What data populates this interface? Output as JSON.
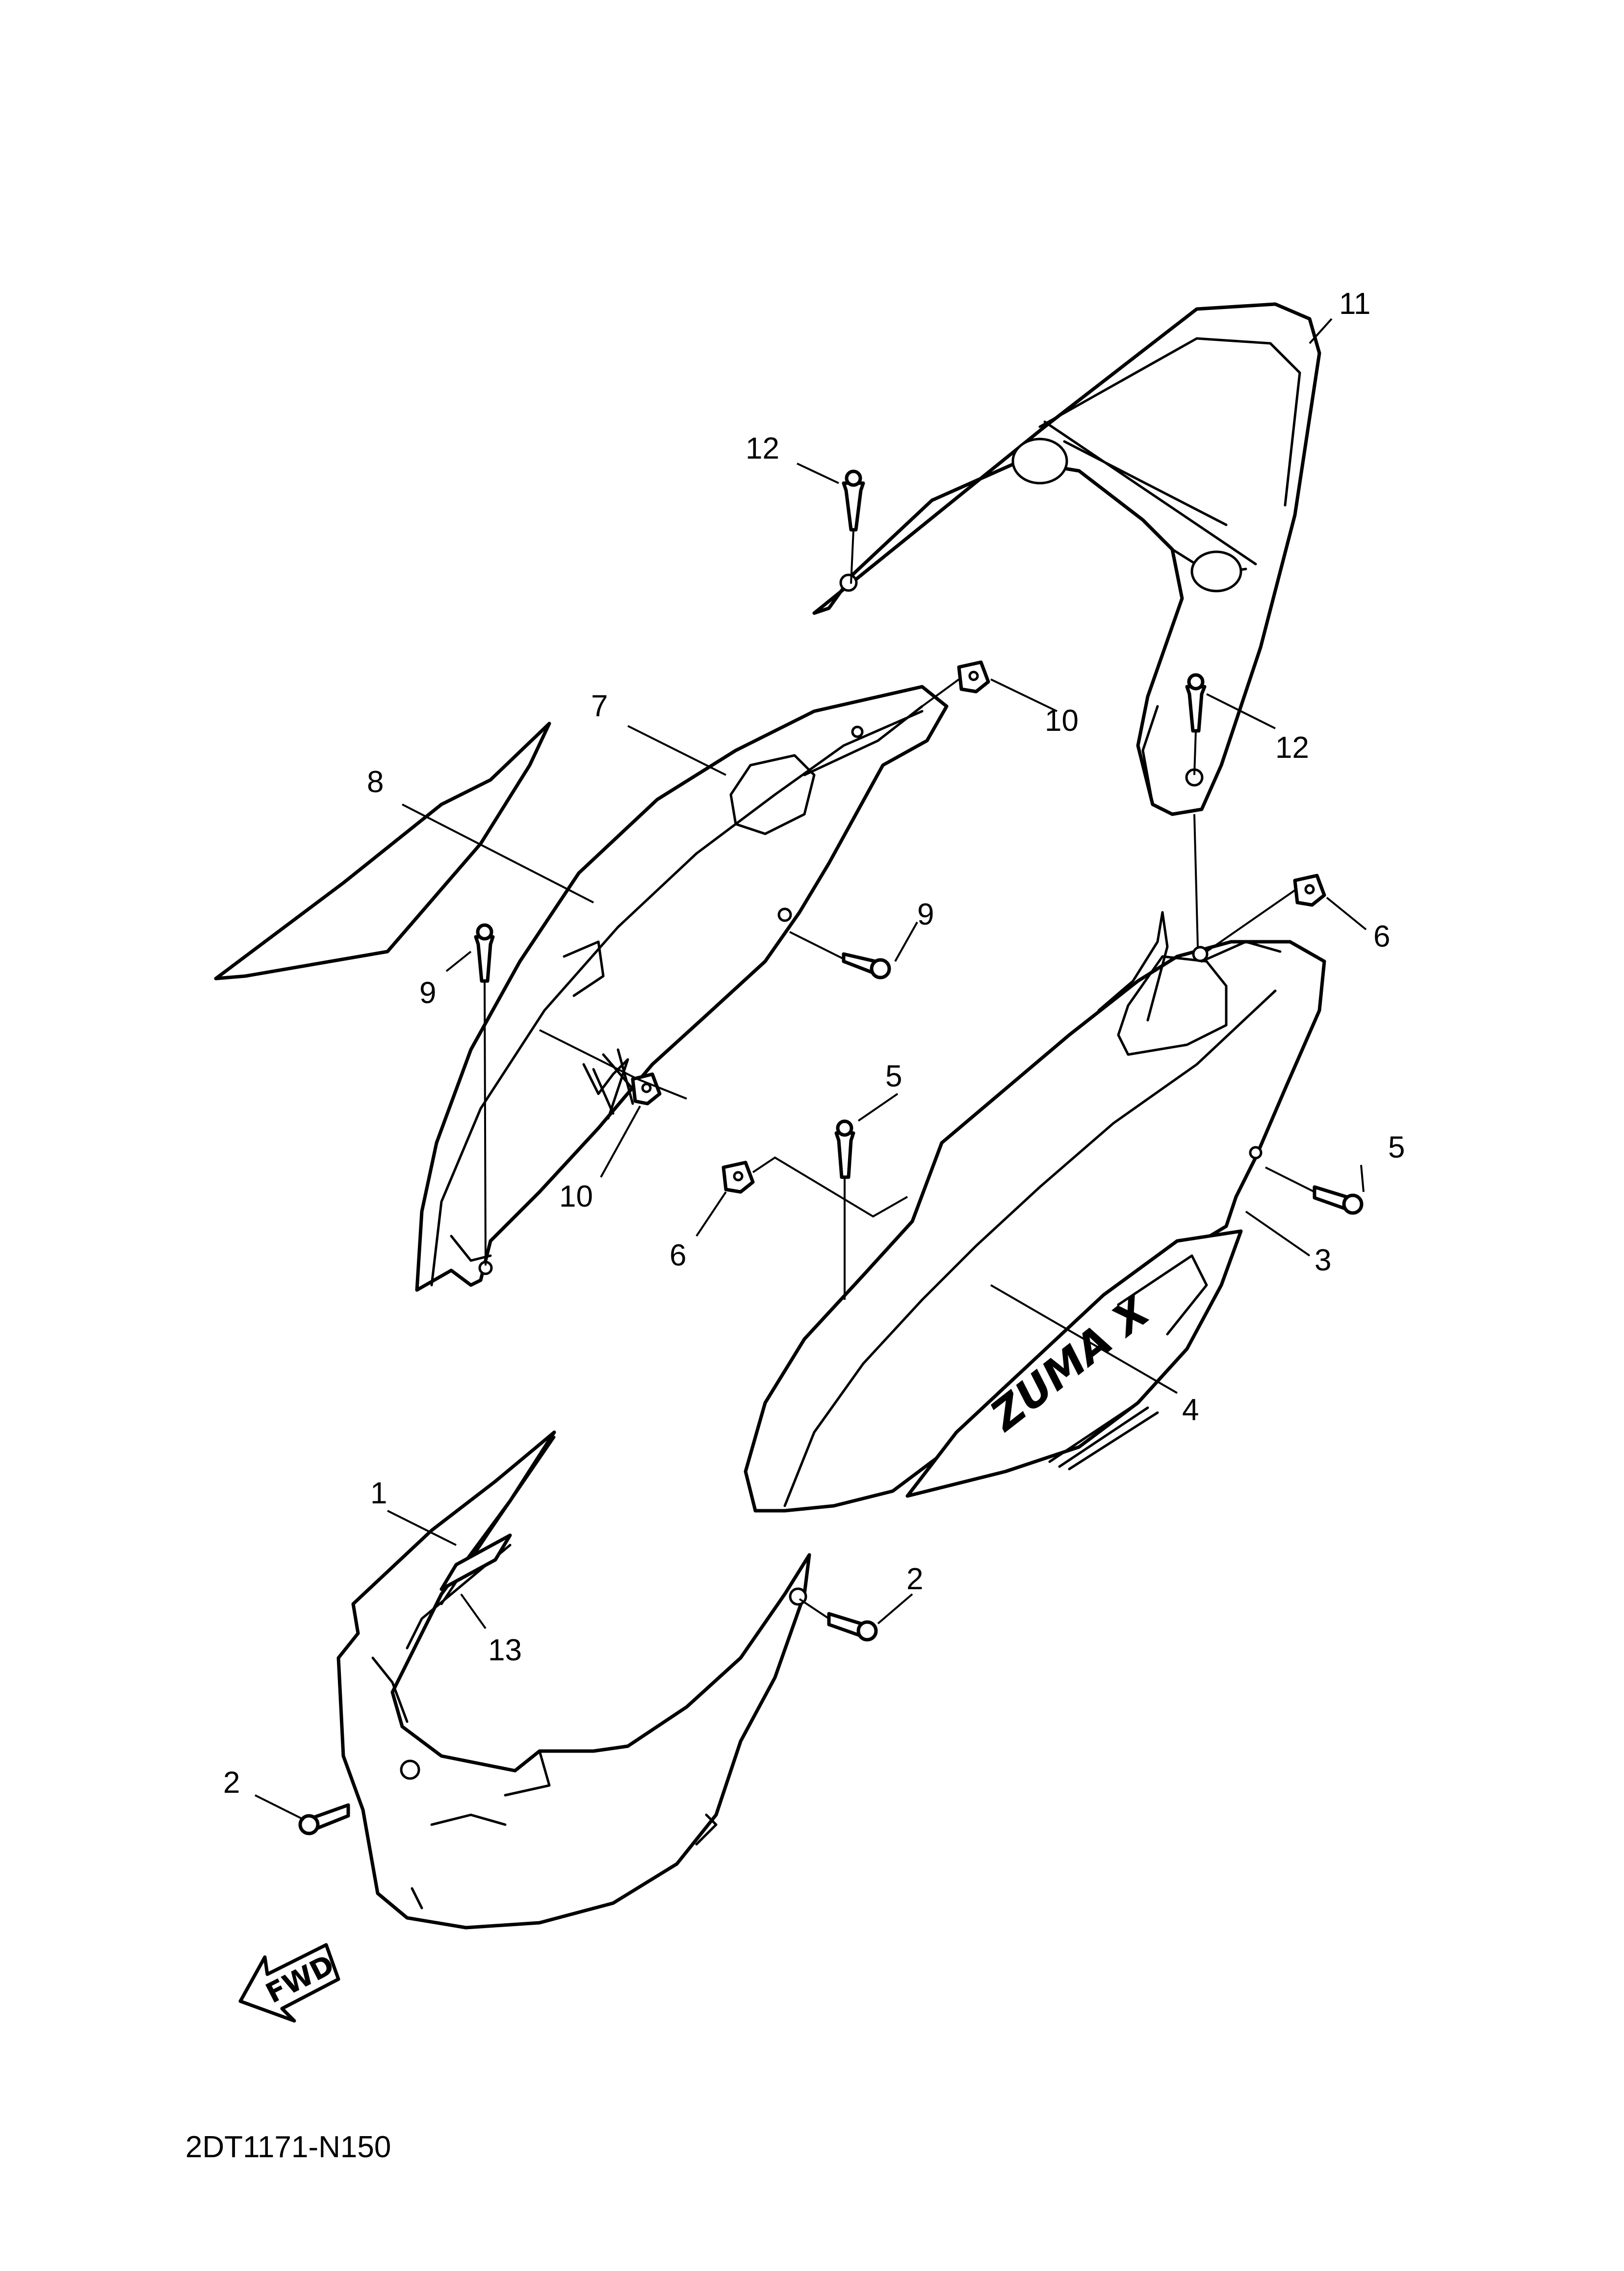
{
  "diagram": {
    "drawing_code": "2DT1171-N150",
    "decal_text": "ZUMA X",
    "forward_indicator": "FWD",
    "callouts": [
      {
        "id": "callout-1",
        "label": "1"
      },
      {
        "id": "callout-2a",
        "label": "2"
      },
      {
        "id": "callout-2b",
        "label": "2"
      },
      {
        "id": "callout-3",
        "label": "3"
      },
      {
        "id": "callout-4",
        "label": "4"
      },
      {
        "id": "callout-5a",
        "label": "5"
      },
      {
        "id": "callout-5b",
        "label": "5"
      },
      {
        "id": "callout-6a",
        "label": "6"
      },
      {
        "id": "callout-6b",
        "label": "6"
      },
      {
        "id": "callout-7",
        "label": "7"
      },
      {
        "id": "callout-8",
        "label": "8"
      },
      {
        "id": "callout-9a",
        "label": "9"
      },
      {
        "id": "callout-9b",
        "label": "9"
      },
      {
        "id": "callout-10a",
        "label": "10"
      },
      {
        "id": "callout-10b",
        "label": "10"
      },
      {
        "id": "callout-11",
        "label": "11"
      },
      {
        "id": "callout-12a",
        "label": "12"
      },
      {
        "id": "callout-12b",
        "label": "12"
      },
      {
        "id": "callout-13",
        "label": "13"
      }
    ]
  }
}
